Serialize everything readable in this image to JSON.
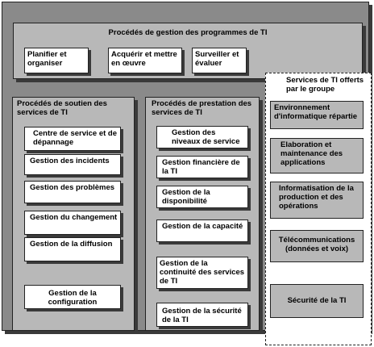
{
  "top": {
    "title": "Procédés de gestion des programmes de TI",
    "boxes": [
      "Planifier et organiser",
      "Acquérir et mettre en œuvre",
      "Surveiller et évaluer"
    ]
  },
  "left": {
    "title": "Procédés de soutien des services de TI",
    "boxes": [
      "Centre de service et de dépannage",
      "Gestion des incidents",
      "Gestion des problèmes",
      "Gestion du changement",
      "Gestion de la diffusion",
      "Gestion de la configuration"
    ]
  },
  "middle": {
    "title": "Procédés de prestation des services de TI",
    "boxes": [
      "Gestion des niveaux de service",
      "Gestion financière de la TI",
      "Gestion de la disponibilité",
      "Gestion de la capacité",
      "Gestion de la continuité des services de TI",
      "Gestion de la sécurité de la TI"
    ]
  },
  "right": {
    "title": "Services de TI offerts par le groupe",
    "boxes": [
      "Environnement d'informatique répartie",
      "Elaboration et maintenance des applications",
      "Informatisation de la production et des opérations",
      "Télécommunications (données et voix)",
      "Sécurité de la TI"
    ]
  }
}
